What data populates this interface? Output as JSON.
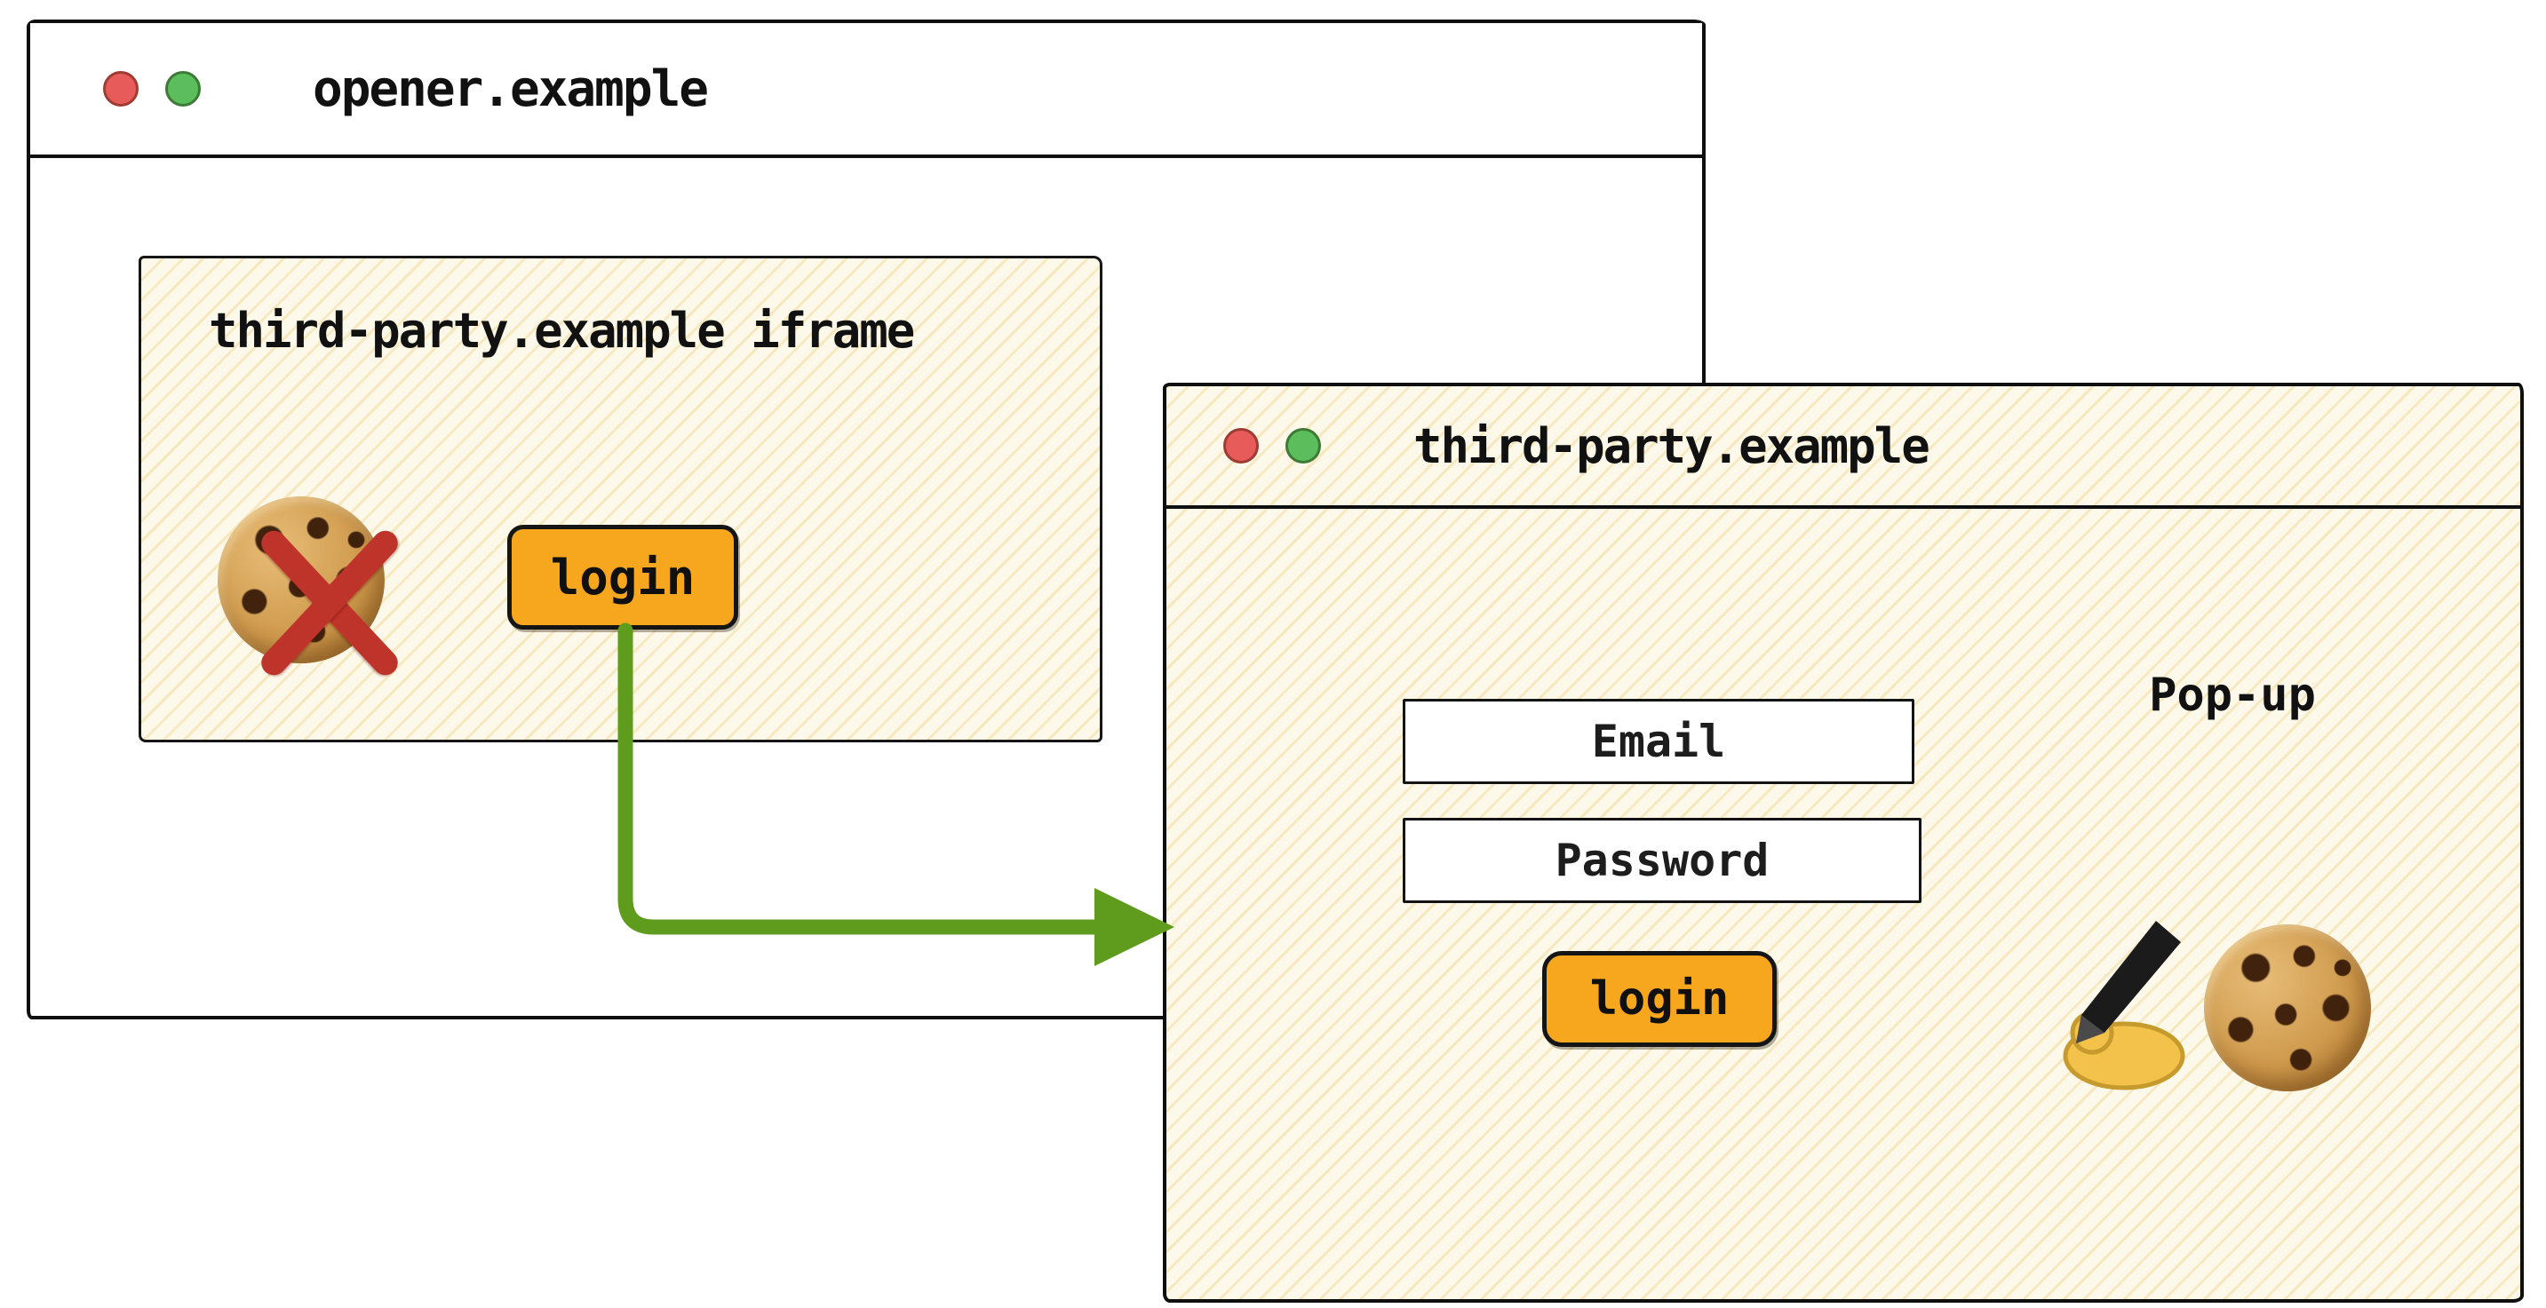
{
  "opener_window": {
    "title": "opener.example",
    "iframe": {
      "title": "third-party.example iframe",
      "login_button_label": "login"
    }
  },
  "popup_window": {
    "title": "third-party.example",
    "label": "Pop-up",
    "email_placeholder": "Email",
    "password_placeholder": "Password",
    "login_button_label": "login"
  },
  "icons": {
    "cookie": "cookie-icon",
    "blocked_cookie_cross": "red-x-icon",
    "writing_hand": "writing-hand-icon",
    "arrow": "green-arrow-icon",
    "traffic_red": "red-traffic-light-icon",
    "traffic_green": "green-traffic-light-icon"
  },
  "colors": {
    "button_orange": "#F7A71E",
    "arrow_green": "#5F9C1E",
    "cross_red": "#BF342A",
    "traffic_red": "#E85B5B",
    "traffic_green": "#5CBD5C",
    "paper_cream": "#FDF9EA",
    "ink": "#111111"
  }
}
